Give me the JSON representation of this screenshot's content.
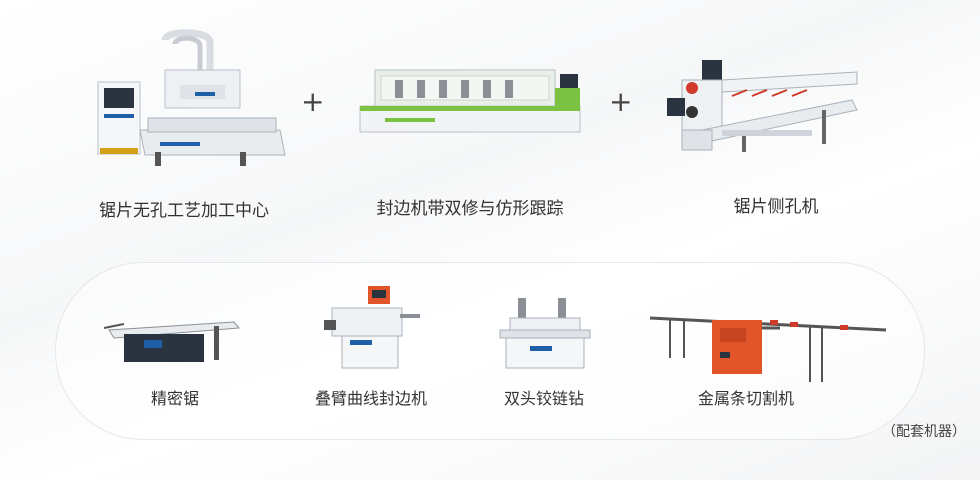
{
  "main_machines": [
    {
      "label": "锯片无孔工艺加工中心",
      "icon": "cnc-machining-center-icon"
    },
    {
      "label": "封边机带双修与仿形跟踪",
      "icon": "edge-banding-machine-icon"
    },
    {
      "label": "锯片侧孔机",
      "icon": "side-drilling-machine-icon"
    }
  ],
  "plus_symbol": "+",
  "accessory_machines": [
    {
      "label": "精密锯",
      "icon": "panel-saw-icon"
    },
    {
      "label": "叠臂曲线封边机",
      "icon": "curve-edge-bander-icon"
    },
    {
      "label": "双头铰链钻",
      "icon": "hinge-drill-icon"
    },
    {
      "label": "金属条切割机",
      "icon": "metal-strip-cutter-icon"
    }
  ],
  "accessory_note": "（配套机器）",
  "colors": {
    "accent_green": "#7cc242",
    "accent_blue": "#1f5fa8",
    "accent_orange": "#e2552a"
  }
}
